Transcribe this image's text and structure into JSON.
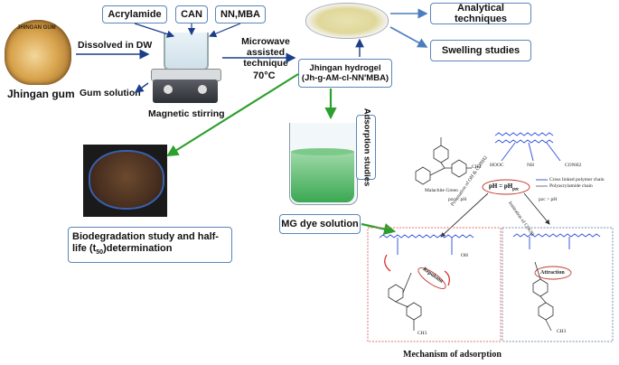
{
  "left": {
    "jhingan_gum": "Jhingan gum",
    "jar_label": "JHINGAN GUM",
    "dissolved": "Dissolved in DW",
    "gum_solution": "Gum solution",
    "magnetic_stirring": "Magnetic stirring"
  },
  "reagents": [
    "Acrylamide",
    "CAN",
    "NN,MBA"
  ],
  "microwave": "Microwave assisted technique",
  "temperature": "70°C",
  "hydrogel": {
    "line1": "Jhingan hydrogel",
    "line2": "(Jh-g-AM-cl-NN'MBA)"
  },
  "outcomes": [
    "Analytical techniques",
    "Swelling studies"
  ],
  "biodegradation": {
    "line1": "Biodegradation study and half-",
    "line2_a": "life (t",
    "line2_sub": "50",
    "line2_b": ")determination"
  },
  "mg_dye": "MG dye solution",
  "adsorption_studies": "Adsorption studies",
  "mechanism": {
    "ph_center": "pH = pH",
    "ph_sub": "pzc",
    "ph_less": "pzc < pH",
    "ph_more": "pzc > pH",
    "malachite": "Malachite Green",
    "legend_crosslinked": "Cross linked polymer chain",
    "legend_polyacrylamide": "Polyacrylamide chain",
    "protonation": "Protonation of OH & CONH2",
    "ionization": "Ionization of COOH",
    "repulsion": "Repulsion",
    "attraction": "Attraction",
    "hooc": "HOOC",
    "conh2": "CONH2",
    "nh": "NH",
    "ch3": "CH3",
    "oh": "OH",
    "caption": "Mechanism of adsorption"
  },
  "colors": {
    "box_border": "#5b86b8",
    "arrow_blue": "#4a7dbf",
    "arrow_green": "#2ca02c",
    "panel_border": "#e07070",
    "polymer_blue": "#3b5bdb"
  }
}
